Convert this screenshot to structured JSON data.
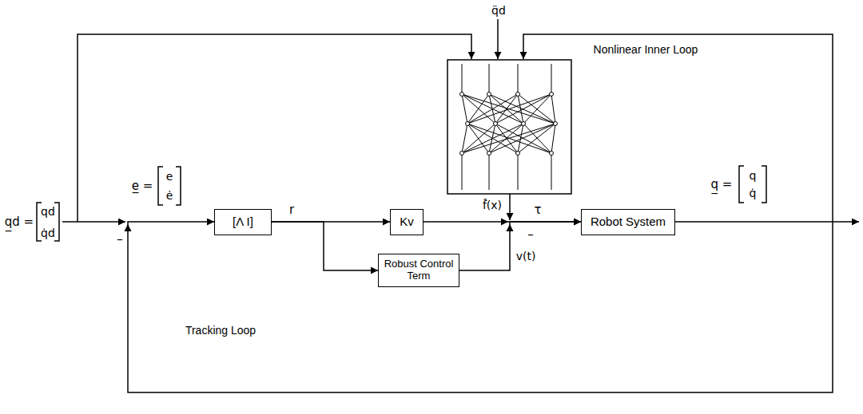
{
  "diagram": {
    "nodes": [
      {
        "text": [
          "[Λ  I]"
        ]
      },
      {
        "text": [
          "Kv"
        ]
      },
      {
        "text": [
          "Robust Control Term"
        ]
      },
      {
        "text": [
          "Robot System"
        ]
      }
    ],
    "edges": [
      {
        "from": 0,
        "to": 1,
        "arrow": "to"
      },
      {
        "from": 0,
        "to": 2,
        "arrow": "to"
      },
      {
        "from": 1,
        "to": 3,
        "arrow": "to"
      },
      {
        "from": 2,
        "to": 3,
        "label": "v(t)",
        "arrow": "to"
      },
      {
        "from": 3,
        "to": 0,
        "arrow": "to"
      }
    ],
    "labels": [
      "q̲d =",
      "qd",
      "q̇d",
      "e̲ =",
      "e",
      "ė",
      "r",
      "τ",
      "q̲ =",
      "q",
      "q̇",
      "q̈d",
      "f̂(x)",
      "–",
      "–",
      "Nonlinear Inner Loop",
      "Tracking Loop"
    ]
  }
}
